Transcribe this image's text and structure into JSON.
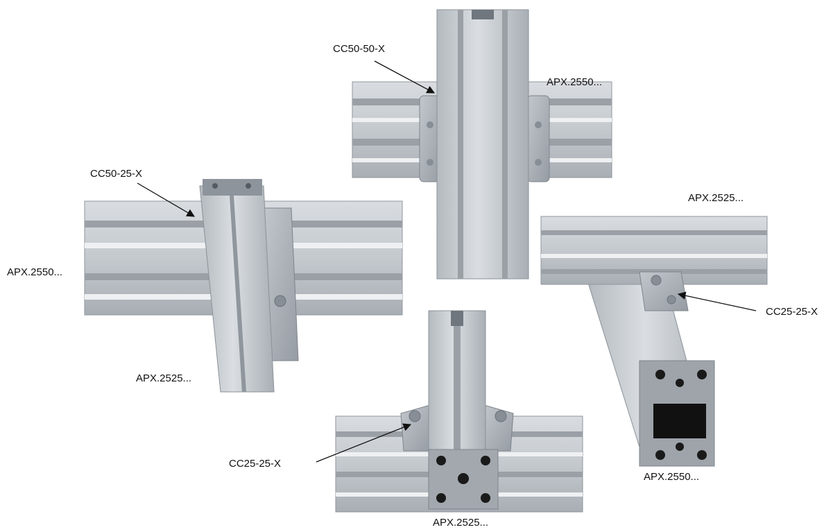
{
  "labels": {
    "cc50_50": "CC50-50-X",
    "apx2550_top": "APX.2550...",
    "cc50_25": "CC50-25-X",
    "apx2525_right": "APX.2525...",
    "apx2550_left": "APX.2550...",
    "cc25_25_right": "CC25-25-X",
    "apx2525_left": "APX.2525...",
    "cc25_25_bottom": "CC25-25-X",
    "apx2550_right": "APX.2550...",
    "apx2525_bottom": "APX.2525..."
  },
  "colors": {
    "aluminium_light": "#d3d7db",
    "aluminium_mid": "#b2b8be",
    "aluminium_dark": "#8f969d",
    "shadow": "#6b7279",
    "bracket": "#a9afb5",
    "arrow": "#111111"
  }
}
